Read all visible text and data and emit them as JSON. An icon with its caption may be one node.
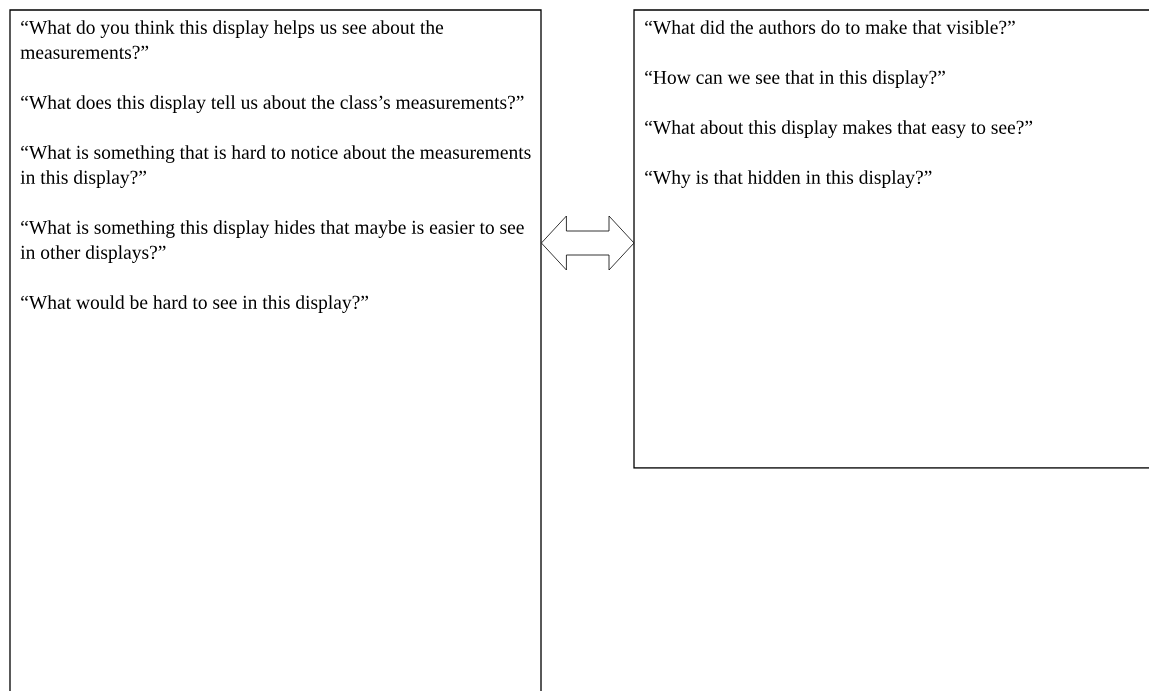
{
  "diagram": {
    "nodes": [
      {
        "text": [
          "“What do you think this display helps us see about the measurements?”",
          "“What does this display tell us about the class’s measurements?”",
          "“What is something that is hard to notice about the measurements in this display?”",
          "“What is something this display hides that maybe is easier to see in other displays?”",
          "“What would be hard to see in this display?”"
        ]
      },
      {
        "text": [
          "“What did the authors do to make that visible?”",
          "“How can we see that in this display?”",
          "“What about this display makes that easy to see?”",
          "“Why is that hidden in this display?”"
        ]
      }
    ],
    "edges": [
      {
        "from": 0,
        "to": 1,
        "arrow": "both"
      }
    ]
  }
}
